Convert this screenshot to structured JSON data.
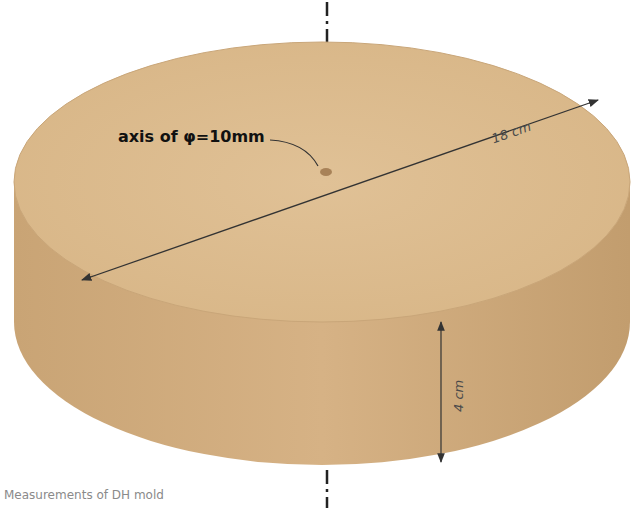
{
  "diagram": {
    "caption": "Measurements of DH mold",
    "labels": [
      "axis of φ=10mm",
      "18 cm",
      "4 cm"
    ]
  }
}
